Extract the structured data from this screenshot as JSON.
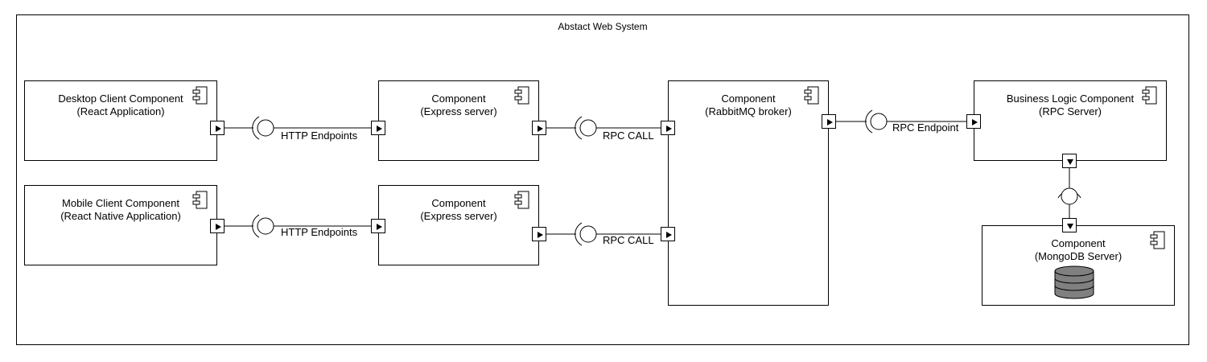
{
  "diagram": {
    "title": "Abstact Web System",
    "components": {
      "desktop": {
        "name": "Desktop Client Component",
        "detail": "(React Application)"
      },
      "mobile": {
        "name": "Mobile Client Component",
        "detail": "(React Native Application)"
      },
      "express1": {
        "name": "Component",
        "detail": "(Express server)"
      },
      "express2": {
        "name": "Component",
        "detail": "(Express server)"
      },
      "rabbit": {
        "name": "Component",
        "detail": "(RabbitMQ broker)"
      },
      "business": {
        "name": "Business Logic Component",
        "detail": "(RPC Server)"
      },
      "mongo": {
        "name": "Component",
        "detail": "(MongoDB Server)"
      }
    },
    "interfaces": {
      "http1": "HTTP Endpoints",
      "http2": "HTTP Endpoints",
      "rpc1": "RPC CALL",
      "rpc2": "RPC CALL",
      "rpc_endpoint": "RPC Endpoint"
    },
    "icons": {
      "component": "component-icon",
      "database": "database-icon",
      "port": "port-arrow-icon"
    },
    "colors": {
      "line": "#000000",
      "database_fill": "#808080",
      "background": "#ffffff"
    }
  }
}
